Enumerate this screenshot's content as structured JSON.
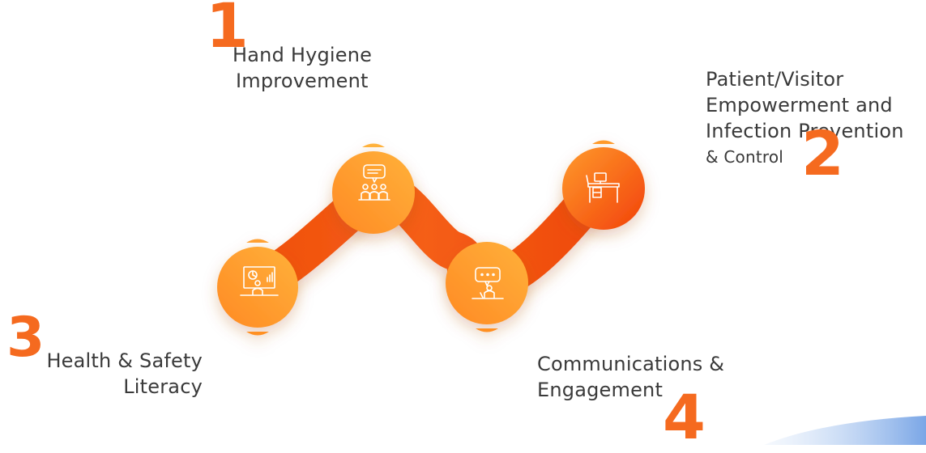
{
  "steps": [
    {
      "number": "1",
      "lines": [
        "Hand Hygiene",
        "Improvement"
      ]
    },
    {
      "number": "2",
      "lines": [
        "Patient/Visitor",
        "Empowerment and",
        "Infection Prevention",
        "& Control"
      ]
    },
    {
      "number": "3",
      "lines": [
        "Health & Safety",
        "Literacy"
      ]
    },
    {
      "number": "4",
      "lines": [
        "Communications &",
        "Engagement"
      ]
    }
  ],
  "icons": {
    "node1": "meeting-icon",
    "node2": "desk-icon",
    "node3": "presentation-icon",
    "node4": "speaker-icon"
  },
  "colors": {
    "accent": "#f56a1f",
    "accent_light": "#ffa032",
    "accent_dark": "#f24a0d",
    "text": "#3a3a3a",
    "swoosh": "#7aa6e6"
  }
}
